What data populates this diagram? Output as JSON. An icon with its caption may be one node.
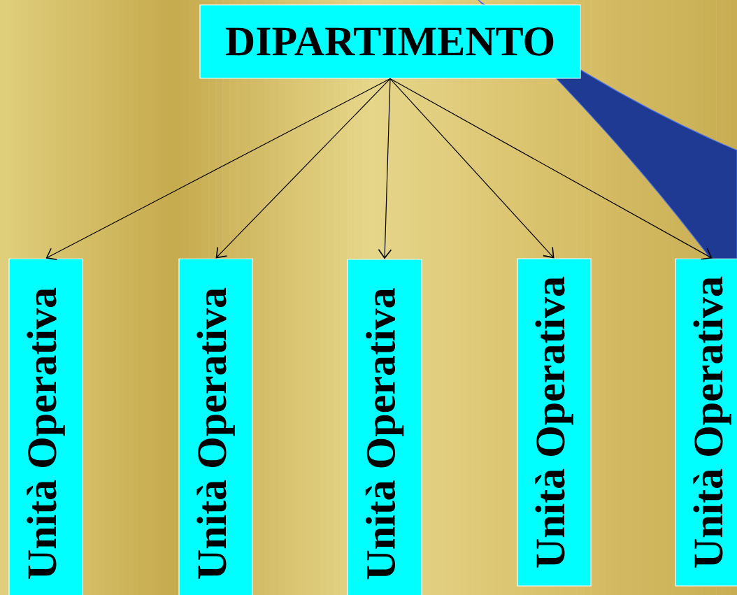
{
  "diagram": {
    "nodes": [
      {
        "text": [
          "DIPARTIMENTO"
        ]
      },
      {
        "text": [
          "Unità Operativa"
        ]
      },
      {
        "text": [
          "Unità Operativa"
        ]
      },
      {
        "text": [
          "Unità Operativa"
        ]
      },
      {
        "text": [
          "Unità Operativa"
        ]
      },
      {
        "text": [
          "Unità Operativa"
        ]
      }
    ],
    "edges": [
      {
        "from": 0,
        "to": 1,
        "arrow": "to"
      },
      {
        "from": 0,
        "to": 2,
        "arrow": "to"
      },
      {
        "from": 0,
        "to": 3,
        "arrow": "to"
      },
      {
        "from": 0,
        "to": 4,
        "arrow": "to"
      },
      {
        "from": 0,
        "to": 5,
        "arrow": "to"
      }
    ]
  }
}
